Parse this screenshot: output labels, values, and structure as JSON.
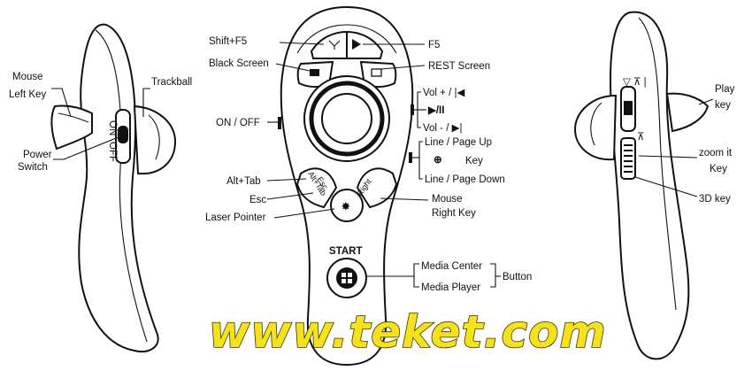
{
  "left_view": {
    "mouse_left_key": [
      "Mouse",
      "Left Key"
    ],
    "trackball": "Trackball",
    "power_switch": [
      "Power",
      "Switch"
    ],
    "switch_on": "ON",
    "switch_off": "OFF"
  },
  "front_view": {
    "shift_f5": "Shift+F5",
    "black_screen": "Black Screen",
    "on_off": "ON / OFF",
    "alt_tab": "Alt+Tab",
    "esc": "Esc",
    "laser_pointer": "Laser Pointer",
    "f5": "F5",
    "rest_screen": "REST Screen",
    "vol_up": "Vol + / |◀",
    "play_pause": "▶/II",
    "vol_down": "Vol - / ▶|",
    "line_page_up": "Line / Page Up",
    "key": "Key",
    "line_page_down": "Line / Page Down",
    "mouse_right_key": [
      "Mouse",
      "Right Key"
    ],
    "start": "START",
    "media_center": "Media Center",
    "media_player": "Media Player",
    "button": "Button",
    "btn_alt_tab": "Alt+Tab",
    "btn_esc": "Esc",
    "btn_right": "Right"
  },
  "right_view": {
    "play_key": [
      "Play",
      "key"
    ],
    "zoom_it_key": [
      "zoom it",
      "Key"
    ],
    "three_d_key": "3D key"
  },
  "watermark": "www.teket.com"
}
